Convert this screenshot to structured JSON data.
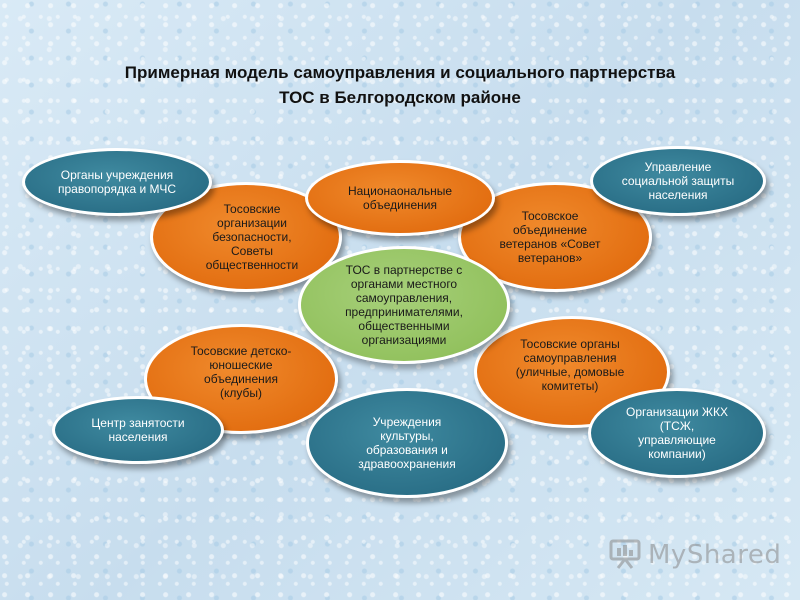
{
  "title": {
    "line1": "Примерная модель самоуправления и социального партнерства",
    "line2": "ТОС в Белгородском районе"
  },
  "nodes": {
    "center": "ТОС в партнерстве с органами местного самоуправления, предпринимателями, общественными организациями",
    "police": "Органы учреждения правопорядка и МЧС",
    "social": "Управление социальной защиты населения",
    "national": "Национаональные объединения",
    "safety": "Тосовские организации безопасности, Советы общественности",
    "veterans": "Тосовское объединение ветеранов «Совет ветеранов»",
    "youth": "Тосовские детско-юношеские объединения (клубы)",
    "self_gov": "Тосовские органы самоуправления (уличные, домовые комитеты)",
    "employment": "Центр занятости населения",
    "culture": "Учреждения культуры, образования и здравоохранения",
    "housing": "Организации ЖКХ (ТСЖ, управляющие компании)"
  },
  "colors": {
    "orange": "#e36f12",
    "teal": "#2b7088",
    "green": "#93c25f"
  },
  "logo": {
    "icon": "presentation-board-icon",
    "text": "MyShared"
  }
}
